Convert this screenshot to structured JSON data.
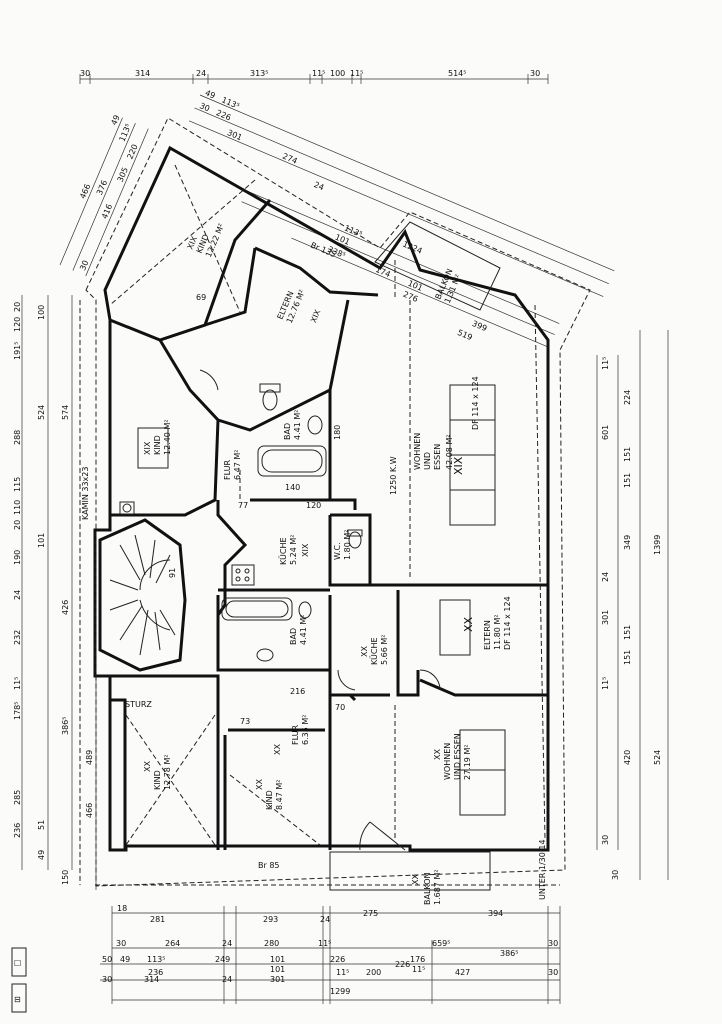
{
  "top_dims": {
    "row1": [
      "30",
      "314",
      "24",
      "313⁵",
      "11⁵",
      "100",
      "11⁵",
      "514⁵",
      "30"
    ],
    "diag_outer": [
      "49",
      "113⁵",
      "226",
      "30",
      "301",
      "274",
      "24",
      "113⁵",
      "101",
      "338⁵",
      "174",
      "1224",
      "101",
      "276",
      "399",
      "519"
    ],
    "diag_left": [
      "466",
      "376",
      "416",
      "305",
      "220",
      "113⁵",
      "49",
      "30"
    ]
  },
  "left_dims": {
    "outer": [
      "20",
      "120",
      "100",
      "191⁵",
      "288",
      "115",
      "110",
      "20",
      "101",
      "190",
      "24",
      "232",
      "11⁵",
      "178⁵",
      "285",
      "51",
      "236",
      "49"
    ],
    "mid": [
      "524",
      "574",
      "426",
      "386⁵",
      "489",
      "466",
      "150"
    ]
  },
  "right_dims": [
    "11⁵",
    "224",
    "601",
    "151",
    "151",
    "349",
    "24",
    "301",
    "151",
    "151",
    "11⁵",
    "420",
    "30",
    "524",
    "1399",
    "30"
  ],
  "bottom_dims": {
    "row1": [
      "18",
      "281",
      "293",
      "24",
      "275",
      "394"
    ],
    "row2": [
      "30",
      "264",
      "24",
      "280",
      "11⁵",
      "659⁵",
      "30"
    ],
    "row3": [
      "50",
      "49",
      "113⁵",
      "249",
      "101",
      "226",
      "176",
      "386⁵"
    ],
    "row4": [
      "236",
      "101",
      "11⁵",
      "200",
      "226",
      "11⁵"
    ],
    "row5": [
      "30",
      "314",
      "24",
      "301",
      "427",
      "30"
    ],
    "total": "1299"
  },
  "rooms": {
    "kind1": {
      "name": "KIND",
      "area": "12.22 M²",
      "mark": "XIX"
    },
    "eltern1": {
      "name": "ELTERN",
      "area": "12.76 M²",
      "mark": "XIX"
    },
    "balkon1": {
      "name": "BALKON",
      "area": "1.31 M²"
    },
    "wohnen1": {
      "name": "WOHNEN",
      "sub1": "UND",
      "sub2": "ESSEN",
      "area": "42.08 M²",
      "df": "DF 114 x 124",
      "mark": "XIX"
    },
    "bad1": {
      "name": "BAD",
      "area": "4.41 M²"
    },
    "kind2": {
      "name": "KIND",
      "area": "12.40 M²",
      "mark": "XIX"
    },
    "flur1": {
      "name": "FLUR",
      "area": "6.47 M²"
    },
    "kuche1": {
      "name": "KÜCHE",
      "area": "5.24 M²",
      "mark": "XIX"
    },
    "wc1": {
      "name": "W.C.",
      "area": "1.80 M²"
    },
    "bad2": {
      "name": "BAD",
      "area": "4.41 M²"
    },
    "kuche2": {
      "name": "KÜCHE",
      "area": "5.66 M²",
      "mark": "XX"
    },
    "eltern2": {
      "name": "ELTERN",
      "area": "11.80 M²",
      "df": "DF 114 x 124",
      "mark": "XX"
    },
    "flur2": {
      "name": "FLUR",
      "area": "6.35 M²",
      "mark": "XX"
    },
    "kind3": {
      "name": "KIND",
      "area": "12.78 M²",
      "mark": "XX"
    },
    "kind4": {
      "name": "KIND",
      "area": "8.47 M²",
      "mark": "XX"
    },
    "wohnen2": {
      "name": "WOHNEN",
      "sub": "UND ESSEN",
      "area": "27.19 M²",
      "mark": "XX"
    },
    "balkon2": {
      "name": "BALKON",
      "area": "1.687 M²",
      "mark": "XX"
    }
  },
  "annotations": {
    "br135": "Br 135",
    "br85": "Br 85",
    "sturz": "STURZ",
    "kamin": "KAMIN 33x23",
    "unter": "UNTER 1/30 14",
    "kw": "1250 K.W",
    "d180": "180",
    "d140": "140",
    "d77": "77",
    "d120": "120",
    "d216": "216",
    "d70": "70",
    "d73": "73",
    "d91": "91",
    "d69": "69"
  },
  "side_marks": [
    "☐",
    "⊟"
  ]
}
